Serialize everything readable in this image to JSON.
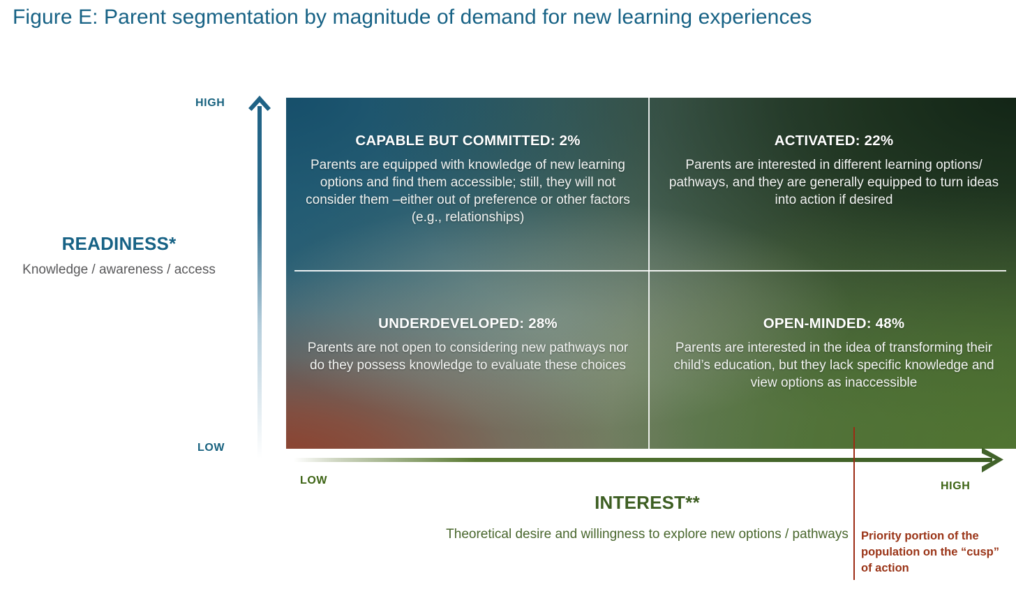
{
  "figure": {
    "title": "Figure E: Parent segmentation by magnitude of demand for new learning experiences",
    "title_color": "#176285"
  },
  "chart_data": {
    "type": "scatter",
    "subtype": "2x2-segmentation-matrix",
    "title": "Figure E: Parent segmentation by magnitude of demand for new learning experiences",
    "xlabel": "INTEREST**",
    "ylabel": "READINESS*",
    "x_axis": {
      "title": "INTEREST**",
      "subtitle": "Theoretical desire and willingness to explore new options / pathways",
      "low_label": "LOW",
      "high_label": "HIGH",
      "color": "#3d5e22"
    },
    "y_axis": {
      "title": "READINESS*",
      "subtitle": "Knowledge / awareness / access",
      "low_label": "LOW",
      "high_label": "HIGH",
      "color": "#176285"
    },
    "grid": false,
    "legend": "none",
    "categories": [
      "CAPABLE BUT COMMITTED",
      "ACTIVATED",
      "UNDERDEVELOPED",
      "OPEN-MINDED"
    ],
    "values": [
      2,
      22,
      28,
      48
    ],
    "unit": "%",
    "segments": [
      {
        "id": "capable-but-committed",
        "name": "CAPABLE BUT COMMITTED",
        "percent": 2,
        "heading": "CAPABLE BUT COMMITTED: 2%",
        "description": "Parents are equipped with knowledge of new learning options and find them accessible; still, they will not consider them –either out of preference or other factors (e.g., relationships)",
        "quadrant": "high-readiness / low-interest",
        "position": {
          "x": "low",
          "y": "high"
        }
      },
      {
        "id": "activated",
        "name": "ACTIVATED",
        "percent": 22,
        "heading": "ACTIVATED: 22%",
        "description": "Parents are interested in different learning options/ pathways, and they are generally equipped to turn ideas into action if desired",
        "quadrant": "high-readiness / high-interest",
        "position": {
          "x": "high",
          "y": "high"
        }
      },
      {
        "id": "underdeveloped",
        "name": "UNDERDEVELOPED",
        "percent": 28,
        "heading": "UNDERDEVELOPED: 28%",
        "description": "Parents are not open to considering new pathways nor do they possess knowledge to evaluate these choices",
        "quadrant": "low-readiness / low-interest",
        "position": {
          "x": "low",
          "y": "low"
        }
      },
      {
        "id": "open-minded",
        "name": "OPEN-MINDED",
        "percent": 48,
        "heading": "OPEN-MINDED: 48%",
        "description": "Parents are interested in the idea of transforming their child’s education, but they lack specific knowledge and view options as inaccessible",
        "quadrant": "low-readiness / high-interest",
        "position": {
          "x": "high",
          "y": "low"
        }
      }
    ],
    "annotations": [
      {
        "id": "priority-cusp",
        "text": "Priority portion of the population on the “cusp” of action",
        "color": "#9a3417",
        "marker": "vertical-line",
        "x_position": "upper-high-interest"
      }
    ]
  },
  "colors": {
    "title_blue": "#176285",
    "readiness_blue": "#18627f",
    "interest_green": "#3d5e22",
    "priority_red": "#9a3417",
    "subtitle_gray": "#58585a",
    "quadrant_text": "#ffffff"
  },
  "icons": {
    "y_arrow": "arrow-up-icon",
    "x_arrow": "arrow-right-icon"
  }
}
